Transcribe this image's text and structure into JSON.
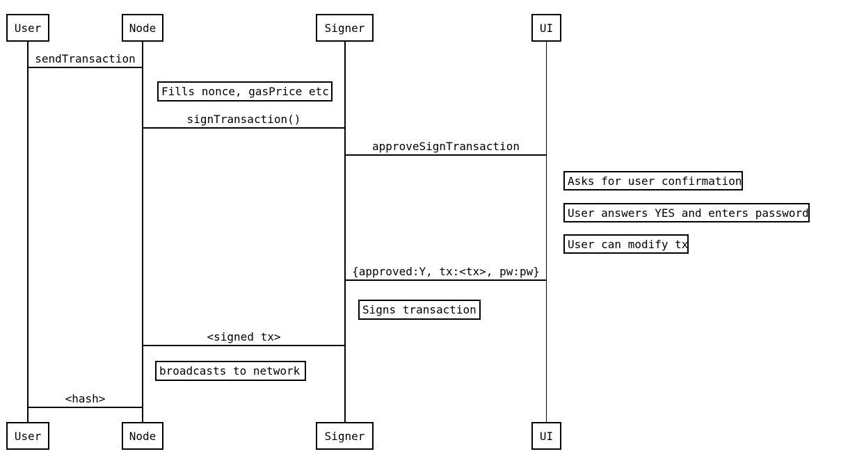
{
  "colors": {
    "background": "#ffffff",
    "line": "#000000",
    "text": "#000000"
  },
  "actors": [
    {
      "name": "User"
    },
    {
      "name": "Node"
    },
    {
      "name": "Signer"
    },
    {
      "name": "UI"
    }
  ],
  "messages": [
    {
      "from": "User",
      "to": "Node",
      "label": "sendTransaction"
    },
    {
      "from": "Node",
      "to": "Signer",
      "label": "signTransaction()"
    },
    {
      "from": "Signer",
      "to": "UI",
      "label": "approveSignTransaction"
    },
    {
      "from": "UI",
      "to": "Signer",
      "label": "{approved:Y, tx:<tx>, pw:pw}"
    },
    {
      "from": "Signer",
      "to": "Node",
      "label": "<signed tx>"
    },
    {
      "from": "Node",
      "to": "User",
      "label": "<hash>"
    }
  ],
  "notes": [
    {
      "over": "Node",
      "text": "Fills nonce, gasPrice etc"
    },
    {
      "over": "UI",
      "text": "Asks for user confirmation"
    },
    {
      "over": "UI",
      "text": "User answers YES and enters password"
    },
    {
      "over": "UI",
      "text": "User can modify tx"
    },
    {
      "over": "Signer",
      "text": "Signs transaction"
    },
    {
      "over": "Node",
      "text": "broadcasts to network"
    }
  ]
}
